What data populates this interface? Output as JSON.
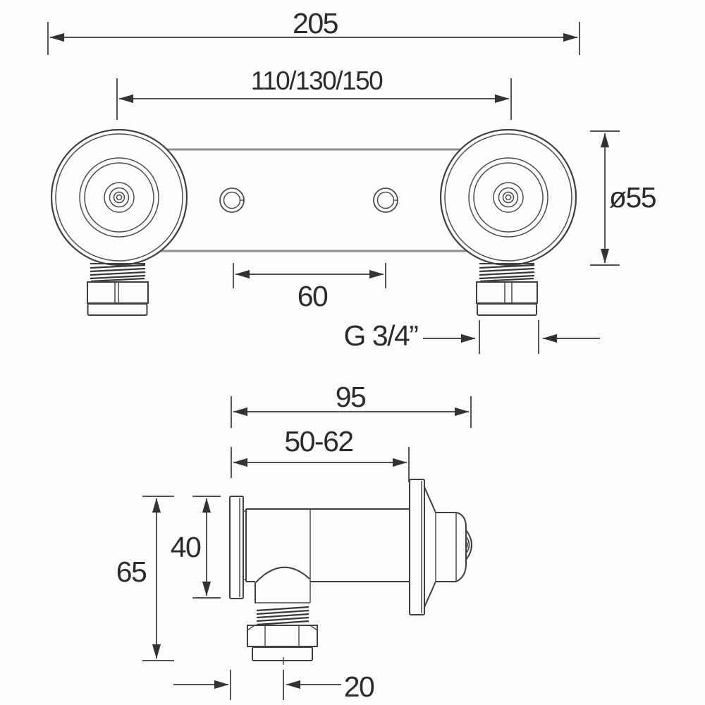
{
  "drawing": {
    "front_view": {
      "overall_width": "205",
      "hole_centres": "110/130/150",
      "body_diameter": "ø55",
      "screw_spacing": "60",
      "thread_size": "G 3/4”"
    },
    "side_view": {
      "projection": "95",
      "wall_distance": "50-62",
      "flange_height": "40",
      "total_height": "65",
      "outlet_offset": "20"
    },
    "colors": {
      "line": "#3a3a3a",
      "plate_line": "#909090",
      "text": "#2b2b2b",
      "background": "#fdfdfc"
    }
  }
}
